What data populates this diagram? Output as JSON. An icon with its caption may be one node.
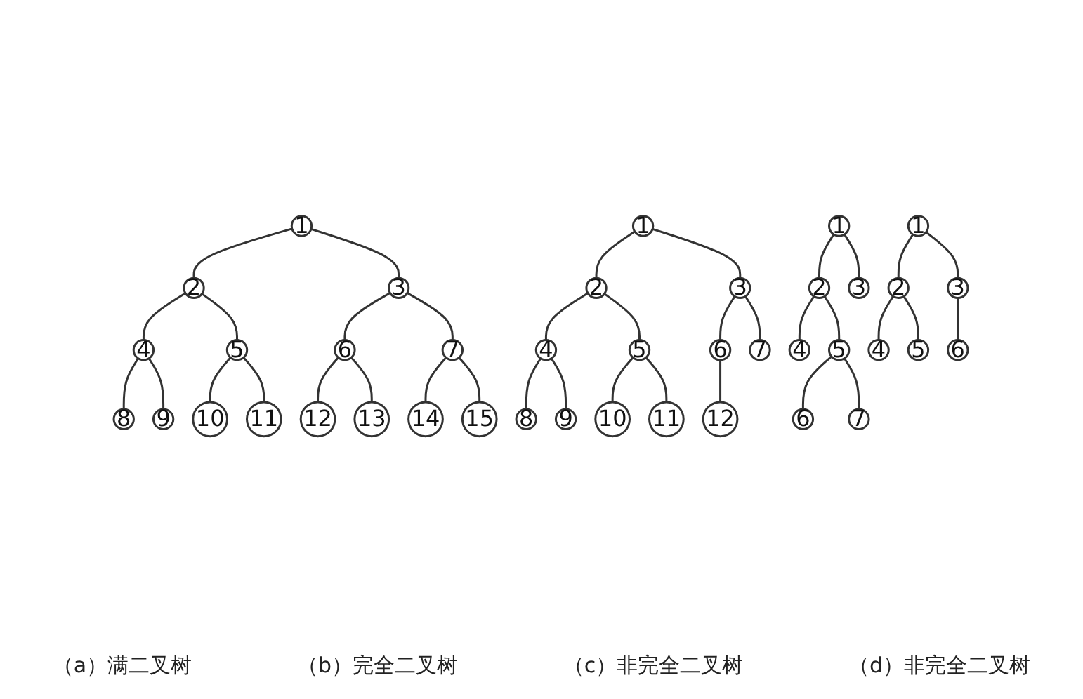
{
  "diagram": {
    "nodes": [
      {
        "text": [
          "1"
        ]
      },
      {
        "text": [
          "2"
        ]
      },
      {
        "text": [
          "3"
        ]
      },
      {
        "text": [
          "4"
        ]
      },
      {
        "text": [
          "5"
        ]
      },
      {
        "text": [
          "6"
        ]
      },
      {
        "text": [
          "7"
        ]
      },
      {
        "text": [
          "8"
        ]
      },
      {
        "text": [
          "9"
        ]
      },
      {
        "text": [
          "10"
        ]
      },
      {
        "text": [
          "11"
        ]
      },
      {
        "text": [
          "12"
        ]
      },
      {
        "text": [
          "13"
        ]
      },
      {
        "text": [
          "14"
        ]
      },
      {
        "text": [
          "15"
        ]
      },
      {
        "text": [
          "1"
        ]
      },
      {
        "text": [
          "2"
        ]
      },
      {
        "text": [
          "3"
        ]
      },
      {
        "text": [
          "4"
        ]
      },
      {
        "text": [
          "5"
        ]
      },
      {
        "text": [
          "6"
        ]
      },
      {
        "text": [
          "7"
        ]
      },
      {
        "text": [
          "8"
        ]
      },
      {
        "text": [
          "9"
        ]
      },
      {
        "text": [
          "10"
        ]
      },
      {
        "text": [
          "11"
        ]
      },
      {
        "text": [
          "12"
        ]
      },
      {
        "text": [
          "1"
        ]
      },
      {
        "text": [
          "2"
        ]
      },
      {
        "text": [
          "3"
        ]
      },
      {
        "text": [
          "4"
        ]
      },
      {
        "text": [
          "5"
        ]
      },
      {
        "text": [
          "6"
        ]
      },
      {
        "text": [
          "7"
        ]
      },
      {
        "text": [
          "1"
        ]
      },
      {
        "text": [
          "2"
        ]
      },
      {
        "text": [
          "3"
        ]
      },
      {
        "text": [
          "4"
        ]
      },
      {
        "text": [
          "5"
        ]
      },
      {
        "text": [
          "6"
        ]
      }
    ],
    "edges": [
      {
        "from": 0,
        "to": 1,
        "arrow": "none"
      },
      {
        "from": 0,
        "to": 2,
        "arrow": "none"
      },
      {
        "from": 1,
        "to": 3,
        "arrow": "none"
      },
      {
        "from": 1,
        "to": 4,
        "arrow": "none"
      },
      {
        "from": 2,
        "to": 5,
        "arrow": "none"
      },
      {
        "from": 2,
        "to": 6,
        "arrow": "none"
      },
      {
        "from": 3,
        "to": 7,
        "arrow": "none"
      },
      {
        "from": 3,
        "to": 8,
        "arrow": "none"
      },
      {
        "from": 4,
        "to": 9,
        "arrow": "none"
      },
      {
        "from": 4,
        "to": 10,
        "arrow": "none"
      },
      {
        "from": 5,
        "to": 11,
        "arrow": "none"
      },
      {
        "from": 5,
        "to": 12,
        "arrow": "none"
      },
      {
        "from": 6,
        "to": 13,
        "arrow": "none"
      },
      {
        "from": 6,
        "to": 14,
        "arrow": "none"
      },
      {
        "from": 15,
        "to": 16,
        "arrow": "none"
      },
      {
        "from": 15,
        "to": 17,
        "arrow": "none"
      },
      {
        "from": 16,
        "to": 18,
        "arrow": "none"
      },
      {
        "from": 16,
        "to": 19,
        "arrow": "none"
      },
      {
        "from": 17,
        "to": 20,
        "arrow": "none"
      },
      {
        "from": 17,
        "to": 21,
        "arrow": "none"
      },
      {
        "from": 18,
        "to": 22,
        "arrow": "none"
      },
      {
        "from": 18,
        "to": 23,
        "arrow": "none"
      },
      {
        "from": 19,
        "to": 24,
        "arrow": "none"
      },
      {
        "from": 19,
        "to": 25,
        "arrow": "none"
      },
      {
        "from": 20,
        "to": 26,
        "arrow": "none"
      },
      {
        "from": 27,
        "to": 28,
        "arrow": "none"
      },
      {
        "from": 27,
        "to": 29,
        "arrow": "none"
      },
      {
        "from": 28,
        "to": 30,
        "arrow": "none"
      },
      {
        "from": 28,
        "to": 31,
        "arrow": "none"
      },
      {
        "from": 31,
        "to": 32,
        "arrow": "none"
      },
      {
        "from": 31,
        "to": 33,
        "arrow": "none"
      },
      {
        "from": 34,
        "to": 35,
        "arrow": "none"
      },
      {
        "from": 34,
        "to": 36,
        "arrow": "none"
      },
      {
        "from": 35,
        "to": 37,
        "arrow": "none"
      },
      {
        "from": 35,
        "to": 38,
        "arrow": "none"
      },
      {
        "from": 36,
        "to": 39,
        "arrow": "none"
      }
    ],
    "labels": [
      "（a）满二叉树",
      "（b）完全二叉树",
      "（c）非完全二叉树",
      "（d）非完全二叉树"
    ]
  }
}
